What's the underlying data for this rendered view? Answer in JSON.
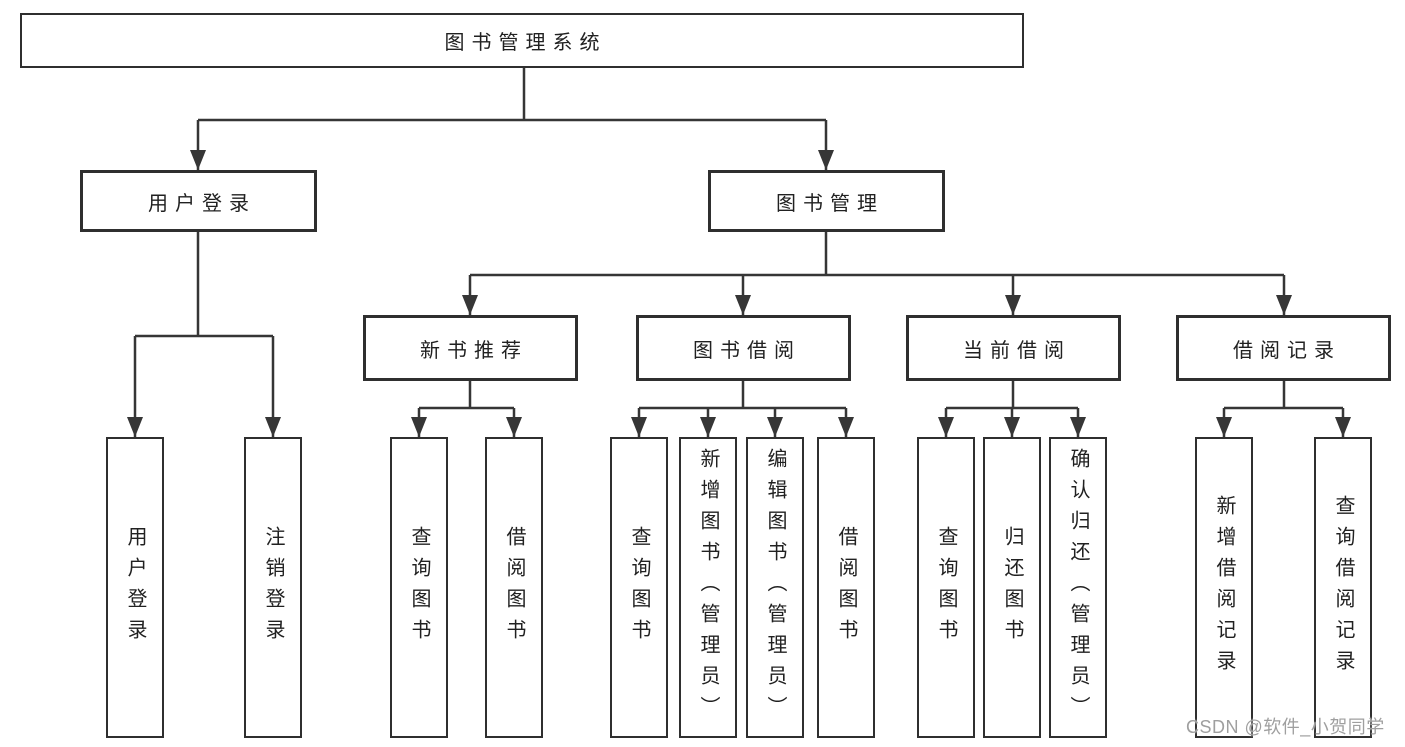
{
  "tree": {
    "root": {
      "label": "图书管理系统",
      "children": [
        {
          "label": "用户登录",
          "children": [
            {
              "label": "用户登录"
            },
            {
              "label": "注销登录"
            }
          ]
        },
        {
          "label": "图书管理",
          "children": [
            {
              "label": "新书推荐",
              "children": [
                {
                  "label": "查询图书"
                },
                {
                  "label": "借阅图书"
                }
              ]
            },
            {
              "label": "图书借阅",
              "children": [
                {
                  "label": "查询图书"
                },
                {
                  "label": "新增图书（管理员）"
                },
                {
                  "label": "编辑图书（管理员）"
                },
                {
                  "label": "借阅图书"
                }
              ]
            },
            {
              "label": "当前借阅",
              "children": [
                {
                  "label": "查询图书"
                },
                {
                  "label": "归还图书"
                },
                {
                  "label": "确认归还（管理员）"
                }
              ]
            },
            {
              "label": "借阅记录",
              "children": [
                {
                  "label": "新增借阅记录"
                },
                {
                  "label": "查询借阅记录"
                }
              ]
            }
          ]
        }
      ]
    }
  },
  "watermark": {
    "text": "CSDN @软件_小贺同学"
  },
  "colors": {
    "background": "#ffffff",
    "line": "#363636",
    "box_border": "#2f2f2f",
    "text": "#212121",
    "watermark": "#9f9f9f"
  }
}
